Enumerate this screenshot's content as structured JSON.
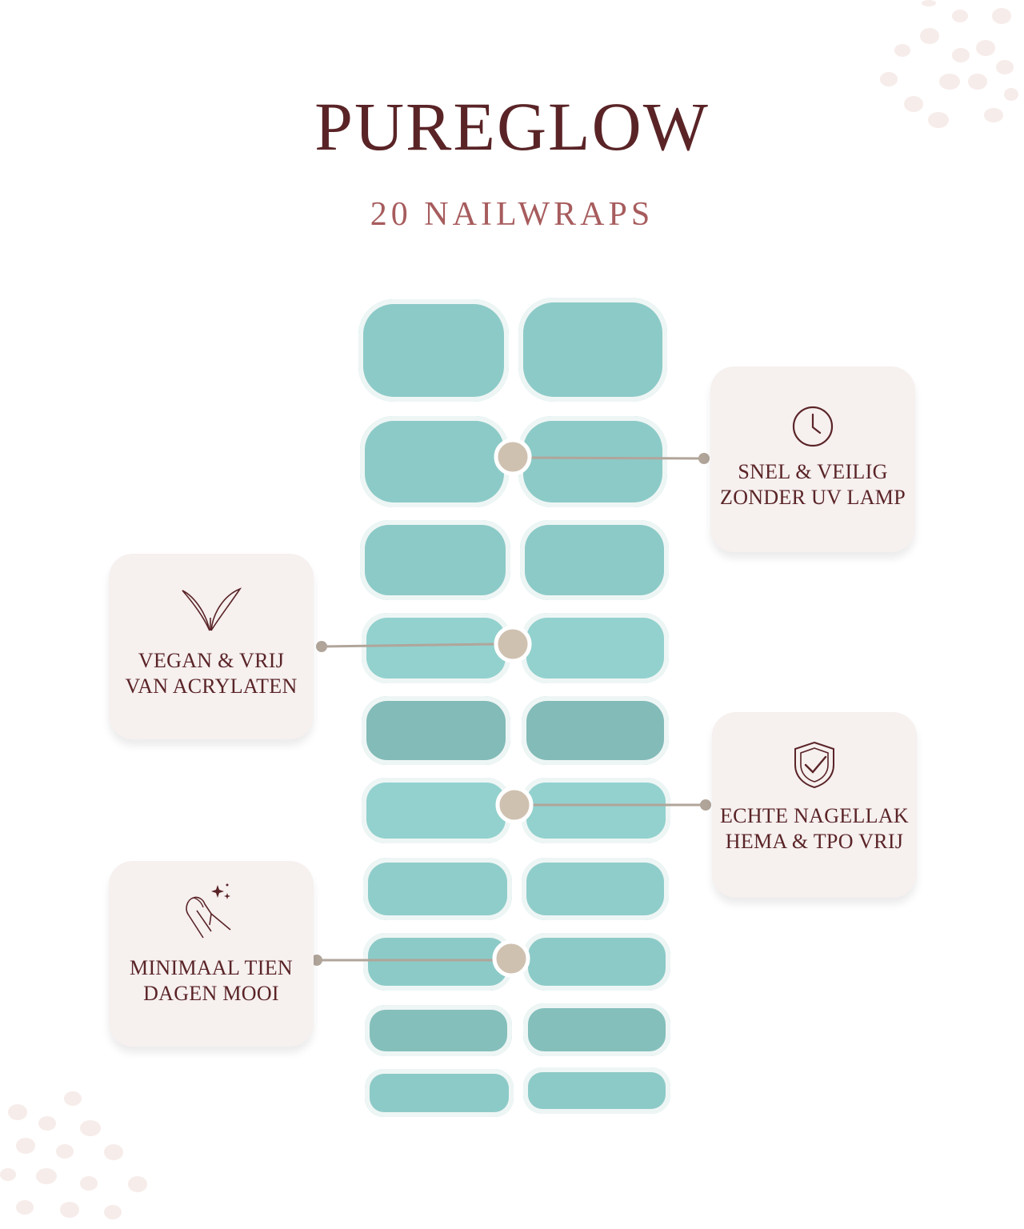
{
  "header": {
    "title": "PUREGLOW",
    "subtitle": "20 NAILWRAPS"
  },
  "colors": {
    "title": "#5a2427",
    "subtitle": "#a75c5d",
    "wrap": "#8ccac7",
    "card_bg": "#f6f0ef",
    "connector": "#b1a59a",
    "node": "#cfc1b0",
    "dots": "#f6ecea"
  },
  "features": [
    {
      "icon": "clock-icon",
      "line1": "SNEL & VEILIG",
      "line2": "ZONDER UV LAMP"
    },
    {
      "icon": "leaf-icon",
      "line1": "VEGAN & VRIJ",
      "line2": "VAN ACRYLATEN"
    },
    {
      "icon": "shield-check-icon",
      "line1": "ECHTE NAGELLAK",
      "line2": "HEMA & TPO VRIJ"
    },
    {
      "icon": "nail-sparkle-icon",
      "line1": "MINIMAAL TIEN",
      "line2": "DAGEN MOOI"
    }
  ],
  "nail_wrap_count": 20
}
